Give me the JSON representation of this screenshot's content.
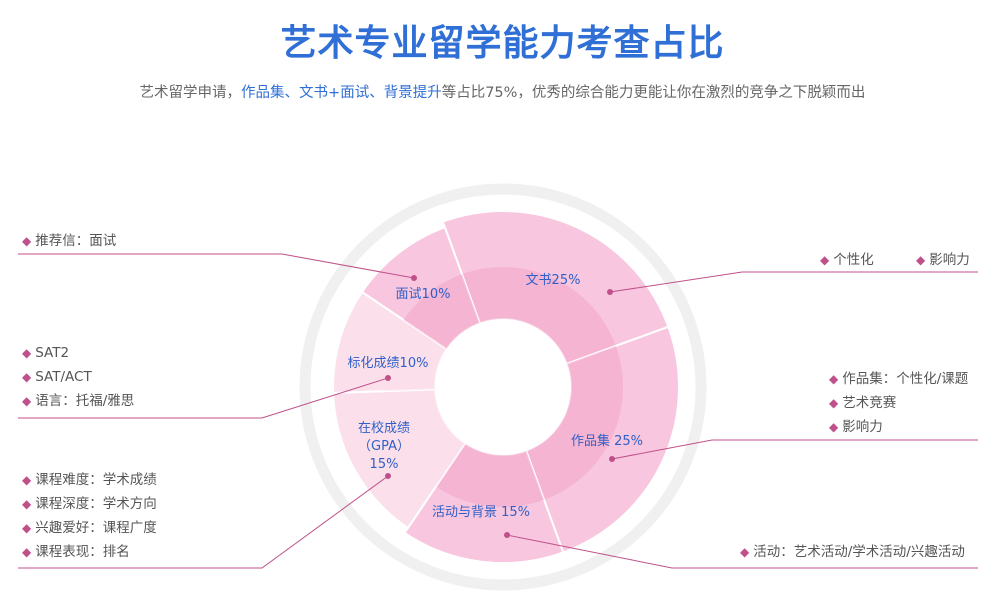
{
  "header": {
    "title": "艺术专业留学能力考查占比",
    "subtitle_a": "艺术留学申请，",
    "subtitle_b": "作品集、文书+面试、背景提升",
    "subtitle_c": "等占比75%，优秀的综合能力更能让你在激烈的竞争之下脱颖而出"
  },
  "colors": {
    "title": "#2f6fd6",
    "outer_pink": "#f8c6de",
    "inner_pink": "#f0a6c8",
    "pale_pink": "#fbe0ec",
    "guide_line": "#c0508a",
    "ring": "#f0f0f0"
  },
  "chart_data": {
    "type": "pie",
    "style": "donut",
    "series": [
      {
        "label_lines": [
          "文书25%"
        ],
        "value": 25
      },
      {
        "label_lines": [
          "作品集 25%"
        ],
        "value": 25
      },
      {
        "label_lines": [
          "活动与背景 15%"
        ],
        "value": 15
      },
      {
        "label_lines": [
          "在校成绩",
          "（GPA）",
          "15%"
        ],
        "value": 15
      },
      {
        "label_lines": [
          "标化成绩10%"
        ],
        "value": 10
      },
      {
        "label_lines": [
          "面试10%"
        ],
        "value": 10
      }
    ]
  },
  "annotations": {
    "interview": [
      "推荐信：面试"
    ],
    "standardized": [
      "SAT2",
      "SAT/ACT",
      "语言：托福/雅思"
    ],
    "gpa": [
      "课程难度：学术成绩",
      "课程深度：学术方向",
      "兴趣爱好：课程广度",
      "课程表现：排名"
    ],
    "essay": [
      "个性化",
      "影响力"
    ],
    "portfolio": [
      "作品集：个性化/课题",
      "艺术竞赛",
      "影响力"
    ],
    "activity": [
      "活动：艺术活动/学术活动/兴趣活动"
    ]
  }
}
